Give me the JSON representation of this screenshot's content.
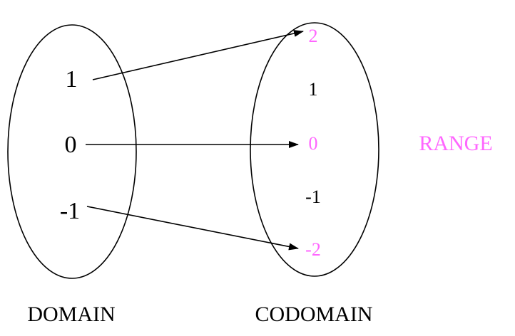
{
  "colors": {
    "ink": "#000000",
    "range_highlight": "#ff66ff"
  },
  "domain_set": {
    "label": "DOMAIN",
    "elements": [
      "1",
      "0",
      "-1"
    ]
  },
  "codomain_set": {
    "label": "CODOMAIN",
    "elements": [
      {
        "value": "2",
        "in_range": true
      },
      {
        "value": "1",
        "in_range": false
      },
      {
        "value": "0",
        "in_range": true
      },
      {
        "value": "-1",
        "in_range": false
      },
      {
        "value": "-2",
        "in_range": true
      }
    ]
  },
  "range_label": "RANGE",
  "mappings": [
    {
      "from": "1",
      "to": "2"
    },
    {
      "from": "0",
      "to": "0"
    },
    {
      "from": "-1",
      "to": "-2"
    }
  ]
}
